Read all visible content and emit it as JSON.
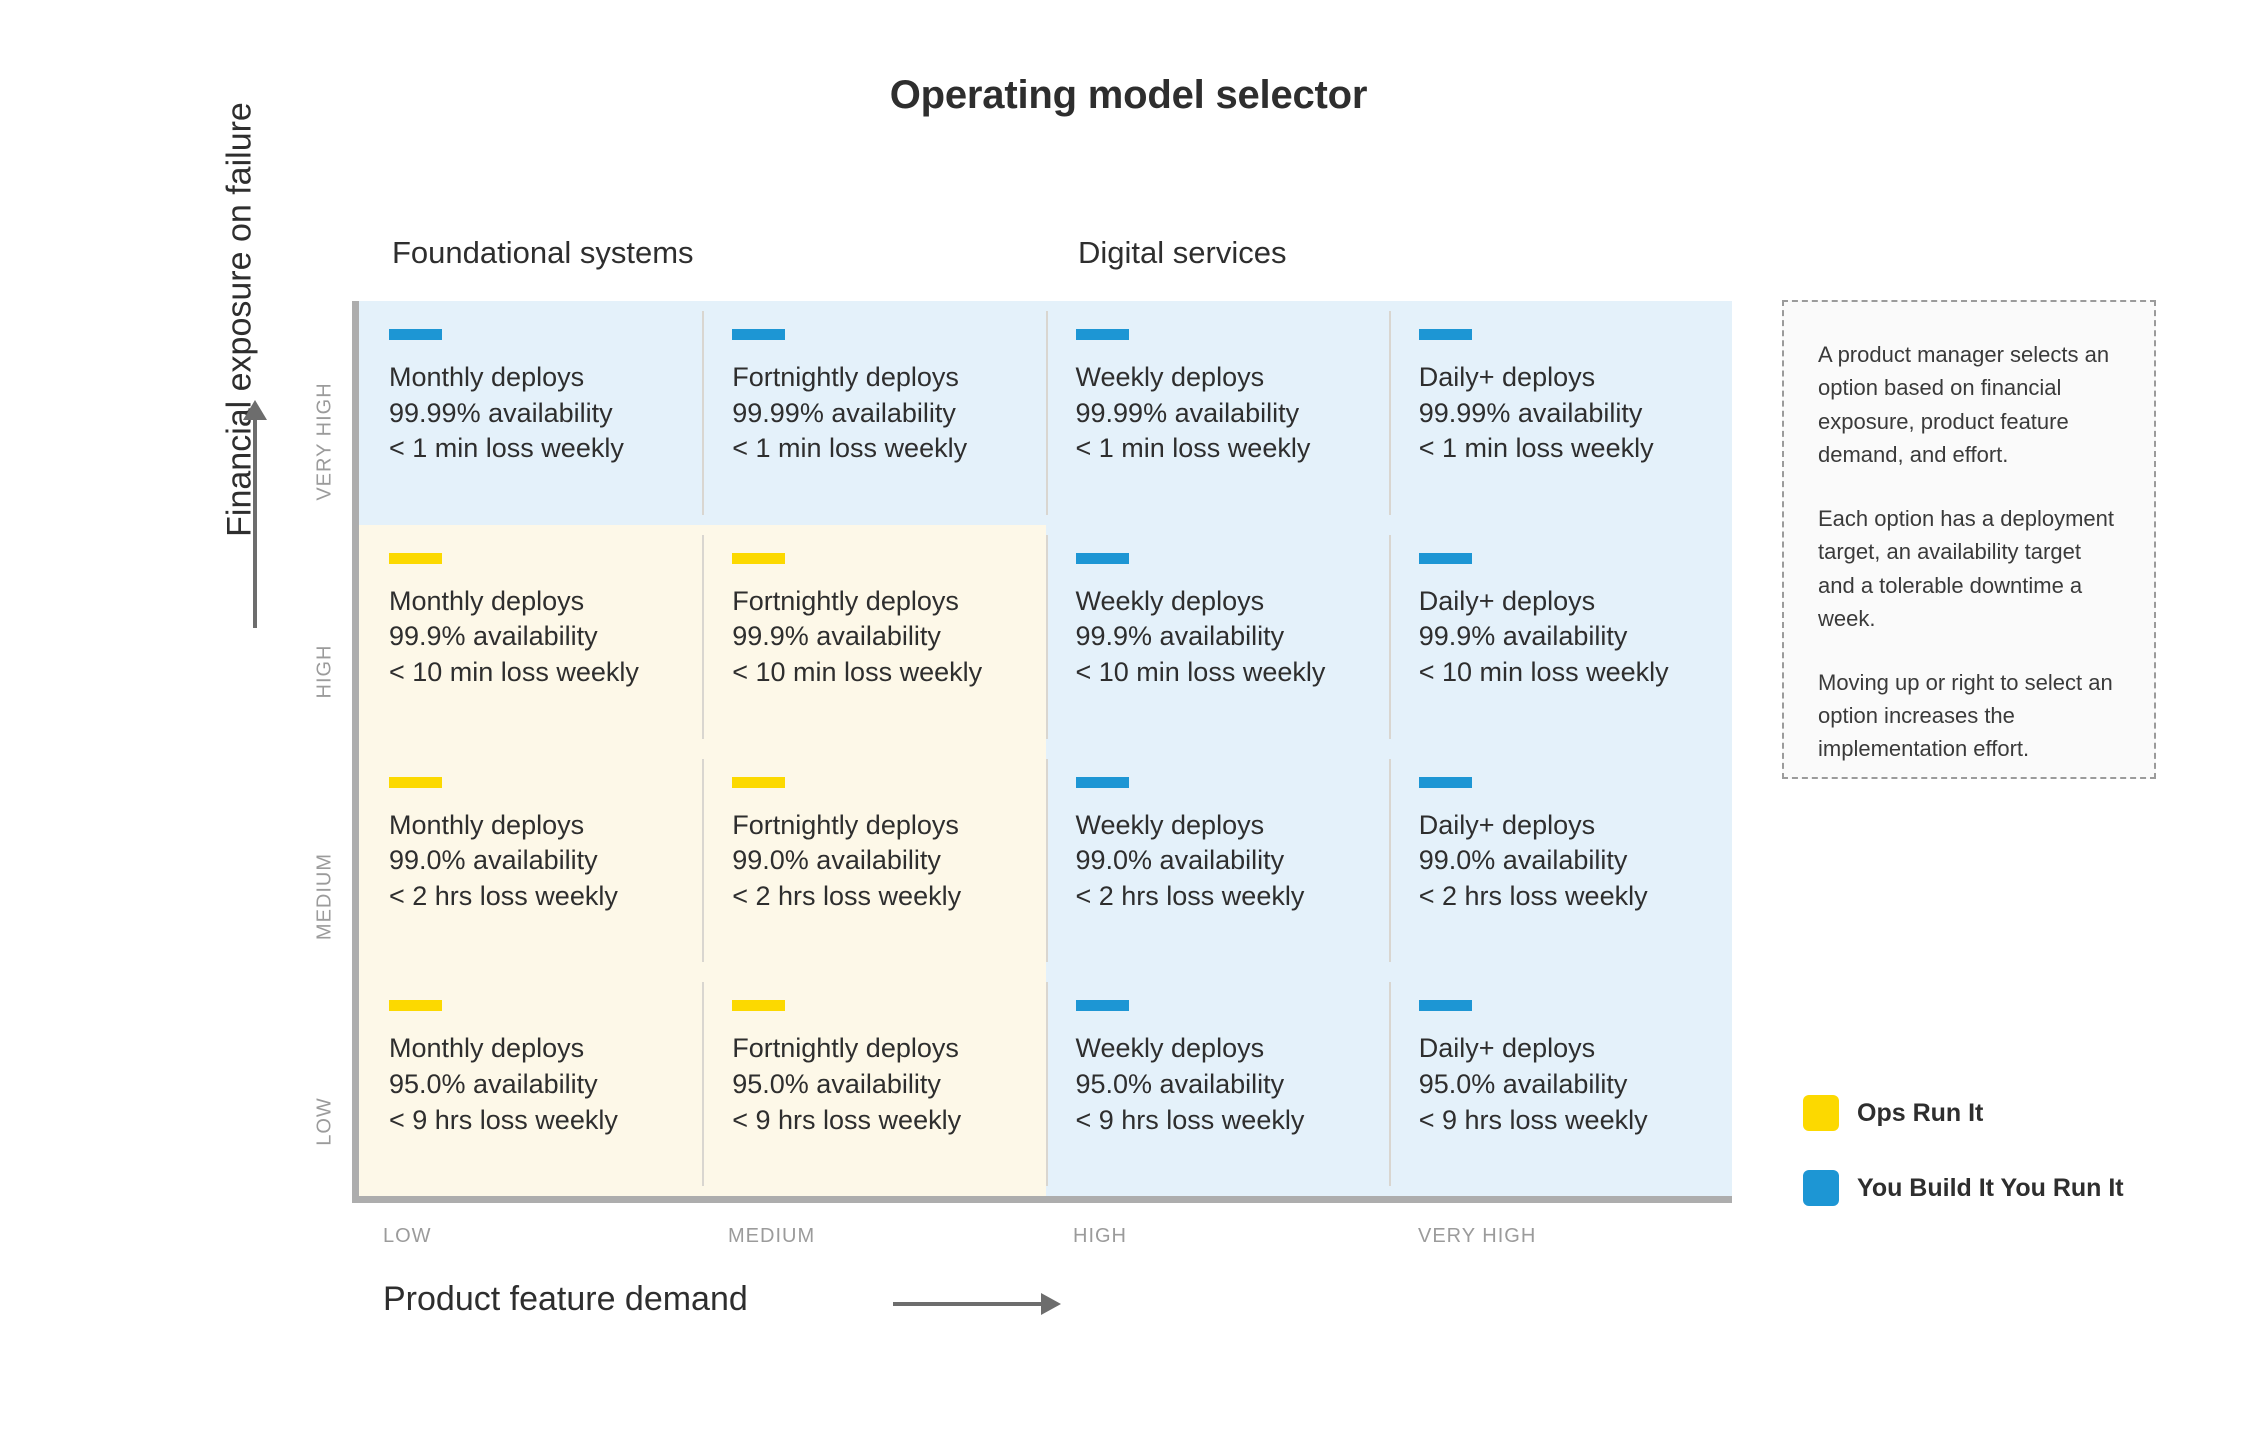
{
  "title": "Operating model selector",
  "column_groups": [
    {
      "label": "Foundational systems"
    },
    {
      "label": "Digital services"
    }
  ],
  "axes": {
    "y": {
      "title": "Financial exposure on failure",
      "ticks": [
        "LOW",
        "MEDIUM",
        "HIGH",
        "VERY HIGH"
      ],
      "arrow": "up-arrow"
    },
    "x": {
      "title": "Product feature demand",
      "ticks": [
        "LOW",
        "MEDIUM",
        "HIGH",
        "VERY HIGH"
      ],
      "arrow": "right-arrow"
    }
  },
  "legend": {
    "items": [
      {
        "label": "Ops Run It",
        "color": "#fcd900"
      },
      {
        "label": "You Build It You Run It",
        "color": "#1d96d4"
      }
    ]
  },
  "notes": {
    "p1": "A product manager selects an option based on financial exposure, product feature demand, and effort.",
    "p2": "Each option has a deployment target, an availability target and a tolerable downtime a week.",
    "p3": "Moving up or right to select an option increases the implementation effort."
  },
  "chart_data": {
    "type": "heatmap",
    "title": "Operating model selector",
    "xlabel": "Product feature demand",
    "ylabel": "Financial exposure on failure",
    "x_categories": [
      "LOW",
      "MEDIUM",
      "HIGH",
      "VERY HIGH"
    ],
    "y_categories": [
      "VERY HIGH",
      "HIGH",
      "MEDIUM",
      "LOW"
    ],
    "column_groups": [
      "Foundational systems",
      "Digital services"
    ],
    "legend_position": "bottom-right",
    "grid": true,
    "categories_colors": {
      "Ops Run It": "#fcd900",
      "You Build It You Run It": "#1d96d4"
    }
  },
  "matrix": {
    "rows": [
      {
        "exposure": "VERY HIGH",
        "cells": [
          {
            "model": "You Build It You Run It",
            "variant": "blue",
            "deploys": "Monthly deploys",
            "availability": "99.99% availability",
            "loss": "< 1 min loss weekly"
          },
          {
            "model": "You Build It You Run It",
            "variant": "blue",
            "deploys": "Fortnightly deploys",
            "availability": "99.99% availability",
            "loss": "< 1 min loss weekly"
          },
          {
            "model": "You Build It You Run It",
            "variant": "blue",
            "deploys": "Weekly deploys",
            "availability": "99.99% availability",
            "loss": "< 1 min loss weekly"
          },
          {
            "model": "You Build It You Run It",
            "variant": "blue",
            "deploys": "Daily+ deploys",
            "availability": "99.99% availability",
            "loss": "< 1 min loss weekly"
          }
        ]
      },
      {
        "exposure": "HIGH",
        "cells": [
          {
            "model": "Ops Run It",
            "variant": "yellow",
            "deploys": "Monthly deploys",
            "availability": "99.9% availability",
            "loss": "< 10 min loss weekly"
          },
          {
            "model": "Ops Run It",
            "variant": "yellow",
            "deploys": "Fortnightly deploys",
            "availability": "99.9% availability",
            "loss": "< 10 min loss weekly"
          },
          {
            "model": "You Build It You Run It",
            "variant": "blue",
            "deploys": "Weekly deploys",
            "availability": "99.9% availability",
            "loss": "< 10 min loss weekly"
          },
          {
            "model": "You Build It You Run It",
            "variant": "blue",
            "deploys": "Daily+ deploys",
            "availability": "99.9% availability",
            "loss": "< 10 min loss weekly"
          }
        ]
      },
      {
        "exposure": "MEDIUM",
        "cells": [
          {
            "model": "Ops Run It",
            "variant": "yellow",
            "deploys": "Monthly deploys",
            "availability": "99.0% availability",
            "loss": "< 2 hrs loss weekly"
          },
          {
            "model": "Ops Run It",
            "variant": "yellow",
            "deploys": "Fortnightly deploys",
            "availability": "99.0% availability",
            "loss": "< 2 hrs loss weekly"
          },
          {
            "model": "You Build It You Run It",
            "variant": "blue",
            "deploys": "Weekly deploys",
            "availability": "99.0% availability",
            "loss": "< 2 hrs loss weekly"
          },
          {
            "model": "You Build It You Run It",
            "variant": "blue",
            "deploys": "Daily+ deploys",
            "availability": "99.0% availability",
            "loss": "< 2 hrs loss weekly"
          }
        ]
      },
      {
        "exposure": "LOW",
        "cells": [
          {
            "model": "Ops Run It",
            "variant": "yellow",
            "deploys": "Monthly deploys",
            "availability": "95.0% availability",
            "loss": "< 9 hrs loss weekly"
          },
          {
            "model": "Ops Run It",
            "variant": "yellow",
            "deploys": "Fortnightly deploys",
            "availability": "95.0% availability",
            "loss": "< 9 hrs loss weekly"
          },
          {
            "model": "You Build It You Run It",
            "variant": "blue",
            "deploys": "Weekly deploys",
            "availability": "95.0% availability",
            "loss": "< 9 hrs loss weekly"
          },
          {
            "model": "You Build It You Run It",
            "variant": "blue",
            "deploys": "Daily+ deploys",
            "availability": "95.0% availability",
            "loss": "< 9 hrs loss weekly"
          }
        ]
      }
    ]
  }
}
